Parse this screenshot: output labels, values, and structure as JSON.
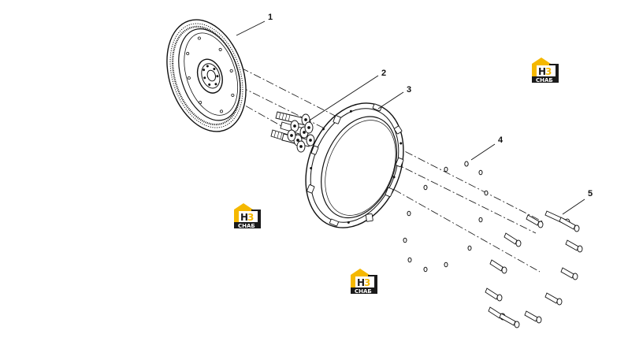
{
  "diagram": {
    "callouts": [
      {
        "id": "1",
        "label": "1"
      },
      {
        "id": "2",
        "label": "2"
      },
      {
        "id": "3",
        "label": "3"
      },
      {
        "id": "4",
        "label": "4"
      },
      {
        "id": "5",
        "label": "5"
      }
    ],
    "watermark": {
      "letters": "H3",
      "word": "СНАБ",
      "accent": "#f5b800",
      "dark": "#1a1a1a"
    },
    "colors": {
      "line": "#111111",
      "background": "#ffffff"
    }
  }
}
